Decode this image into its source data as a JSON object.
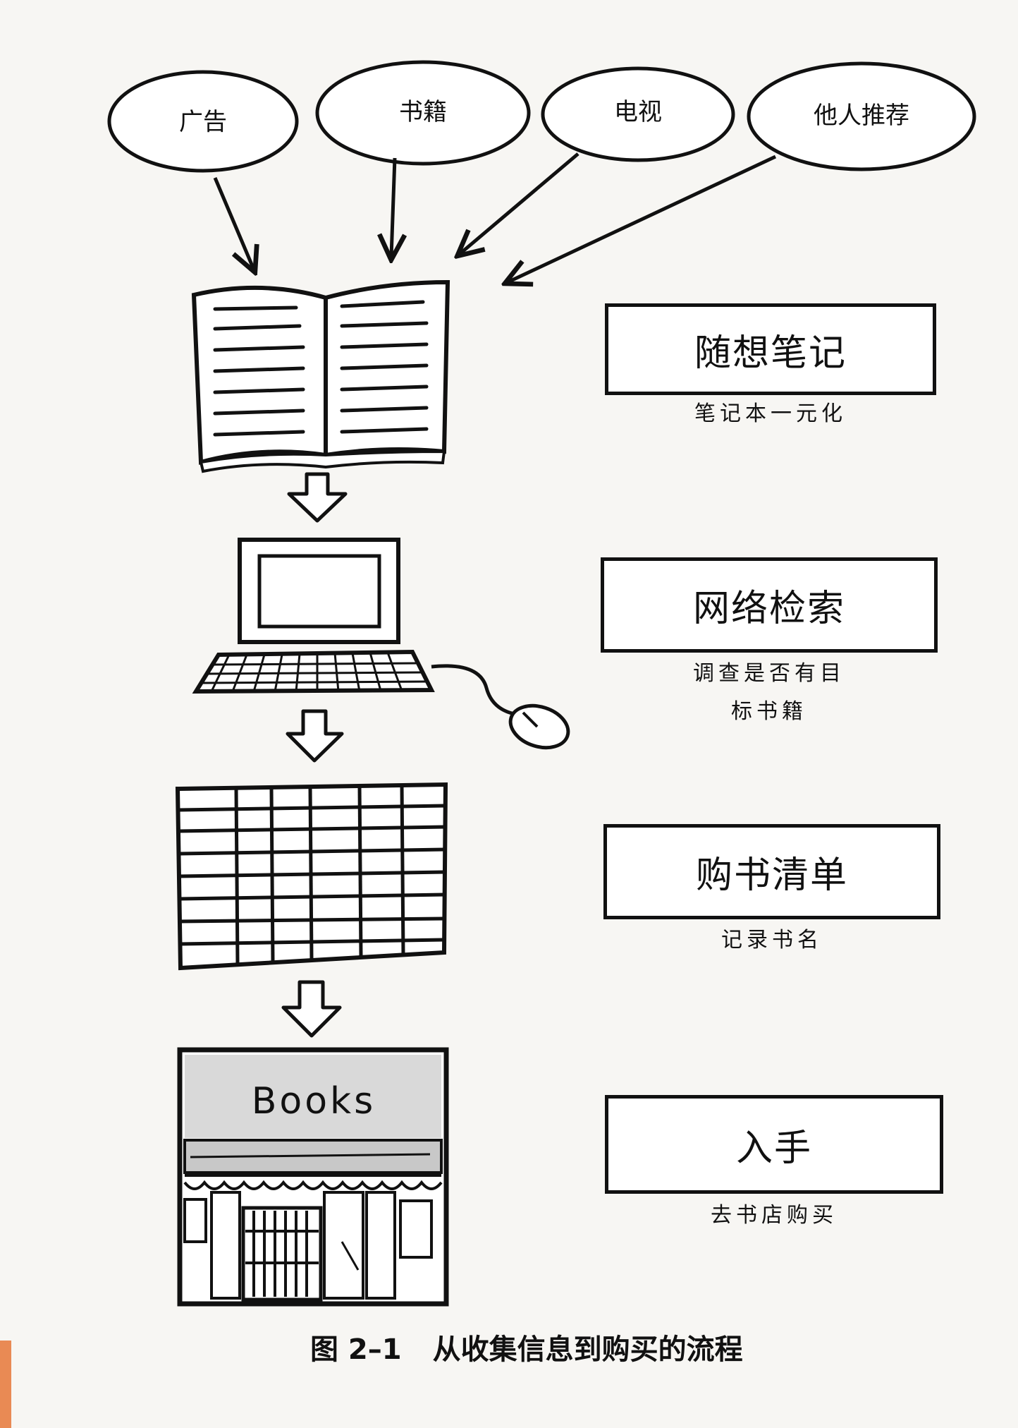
{
  "sources": [
    {
      "label": "广告"
    },
    {
      "label": "书籍"
    },
    {
      "label": "电视"
    },
    {
      "label": "他人推荐"
    }
  ],
  "steps": [
    {
      "title": "随想笔记",
      "subtitle_lines": [
        "笔记本一元化"
      ],
      "icon": "notebook-icon"
    },
    {
      "title": "网络检索",
      "subtitle_lines": [
        "调查是否有目",
        "标书籍"
      ],
      "icon": "computer-icon"
    },
    {
      "title": "购书清单",
      "subtitle_lines": [
        "记录书名"
      ],
      "icon": "grid-list-icon"
    },
    {
      "title": "入手",
      "subtitle_lines": [
        "去书店购买"
      ],
      "icon": "bookstore-icon"
    }
  ],
  "store_sign": "Books",
  "caption": {
    "number": "图 2–1",
    "text": "从收集信息到购买的流程"
  }
}
